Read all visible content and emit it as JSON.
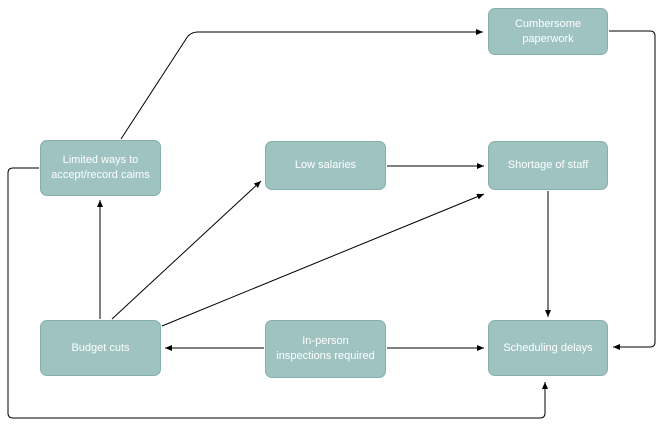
{
  "diagram": {
    "type": "causal-flow-diagram",
    "nodes": [
      {
        "id": "cumbersome-paperwork",
        "label": "Cumbersome paperwork"
      },
      {
        "id": "limited-ways",
        "label": "Limited ways to accept/record caims"
      },
      {
        "id": "low-salaries",
        "label": "Low salaries"
      },
      {
        "id": "shortage-of-staff",
        "label": "Shortage of staff"
      },
      {
        "id": "budget-cuts",
        "label": "Budget cuts"
      },
      {
        "id": "in-person-inspections",
        "label": "In-person inspections required"
      },
      {
        "id": "scheduling-delays",
        "label": "Scheduling delays"
      }
    ],
    "edges": [
      {
        "from": "limited-ways",
        "to": "cumbersome-paperwork"
      },
      {
        "from": "cumbersome-paperwork",
        "to": "scheduling-delays"
      },
      {
        "from": "budget-cuts",
        "to": "limited-ways"
      },
      {
        "from": "budget-cuts",
        "to": "low-salaries"
      },
      {
        "from": "budget-cuts",
        "to": "shortage-of-staff"
      },
      {
        "from": "low-salaries",
        "to": "shortage-of-staff"
      },
      {
        "from": "shortage-of-staff",
        "to": "scheduling-delays"
      },
      {
        "from": "in-person-inspections",
        "to": "budget-cuts"
      },
      {
        "from": "in-person-inspections",
        "to": "scheduling-delays"
      },
      {
        "from": "limited-ways",
        "to": "scheduling-delays"
      }
    ],
    "colors": {
      "node_fill": "#9fc3c1",
      "node_border": "#86aeab",
      "node_text": "#ffffff",
      "edge": "#000000",
      "background": "#ffffff"
    }
  }
}
